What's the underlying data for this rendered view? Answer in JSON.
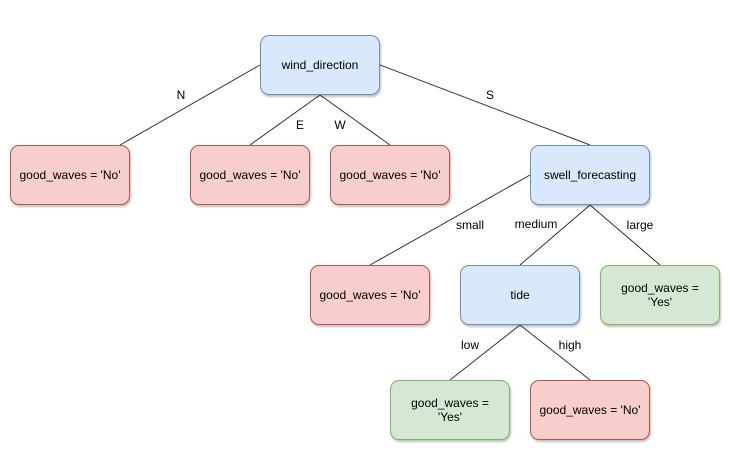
{
  "nodes": {
    "wind_direction": "wind_direction",
    "n_leaf": "good_waves = 'No'",
    "e_leaf": "good_waves = 'No'",
    "w_leaf": "good_waves = 'No'",
    "swell_forecasting": "swell_forecasting",
    "small_leaf": "good_waves = 'No'",
    "tide": "tide",
    "large_leaf": "good_waves = 'Yes'",
    "low_leaf": "good_waves = 'Yes'",
    "high_leaf": "good_waves = 'No'"
  },
  "edges": {
    "n": "N",
    "e": "E",
    "w": "W",
    "s": "S",
    "small": "small",
    "medium": "medium",
    "large": "large",
    "low": "low",
    "high": "high"
  },
  "colors": {
    "decision_fill": "#dae8fc",
    "decision_stroke": "#6c8ebf",
    "no_fill": "#f8cecc",
    "no_stroke": "#b85450",
    "yes_fill": "#d5e8d4",
    "yes_stroke": "#82b366"
  }
}
